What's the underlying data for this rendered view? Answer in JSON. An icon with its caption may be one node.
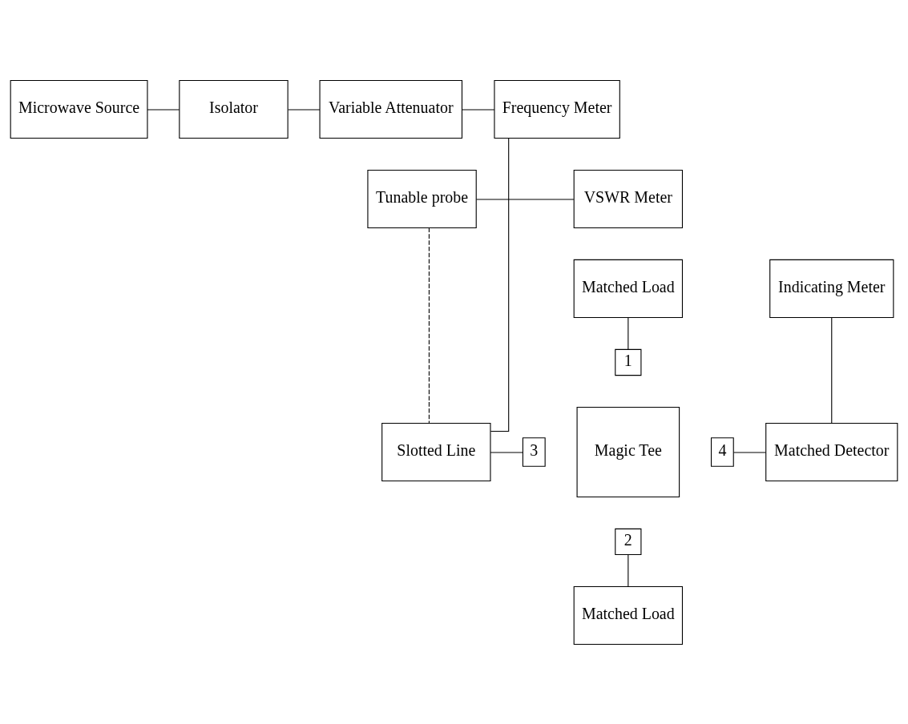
{
  "diagram": {
    "nodes": [
      {
        "text": [
          "Microwave Source"
        ]
      },
      {
        "text": [
          "Isolator"
        ]
      },
      {
        "text": [
          "Variable Attenuator"
        ]
      },
      {
        "text": [
          "Frequency Meter"
        ]
      },
      {
        "text": [
          "VSWR Meter"
        ]
      },
      {
        "text": [
          "Tunable probe"
        ]
      },
      {
        "text": [
          "Matched Load"
        ]
      },
      {
        "text": [
          "Indicating Meter"
        ]
      },
      {
        "text": [
          "Slotted Line"
        ]
      },
      {
        "text": [
          "3"
        ]
      },
      {
        "text": [
          "Magic Tee"
        ]
      },
      {
        "text": [
          "1"
        ]
      },
      {
        "text": [
          "4"
        ]
      },
      {
        "text": [
          "Matched Detector"
        ]
      },
      {
        "text": [
          "2"
        ]
      },
      {
        "text": [
          "Matched Load"
        ]
      }
    ],
    "edges": [
      {
        "from": 0,
        "to": 1,
        "arrow": "none"
      },
      {
        "from": 1,
        "to": 2,
        "arrow": "none"
      },
      {
        "from": 2,
        "to": 3,
        "arrow": "none"
      },
      {
        "from": 3,
        "to": 8,
        "arrow": "none"
      },
      {
        "from": 5,
        "to": 4,
        "arrow": "none"
      },
      {
        "from": 5,
        "to": 8,
        "arrow": "none",
        "style": "dashed"
      },
      {
        "from": 6,
        "to": 11,
        "arrow": "none"
      },
      {
        "from": 7,
        "to": 13,
        "arrow": "none"
      },
      {
        "from": 8,
        "to": 9,
        "arrow": "none"
      },
      {
        "from": 12,
        "to": 13,
        "arrow": "none"
      },
      {
        "from": 14,
        "to": 15,
        "arrow": "none"
      }
    ]
  }
}
